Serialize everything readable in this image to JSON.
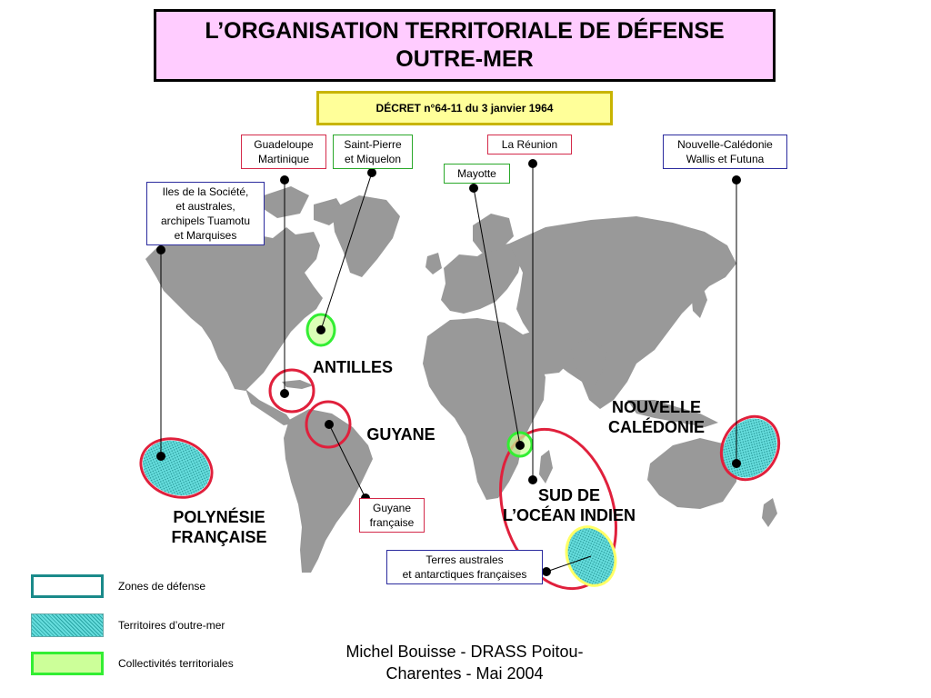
{
  "title": {
    "line1": "L’ORGANISATION TERRITORIALE DE DÉFENSE",
    "line2": "OUTRE-MER"
  },
  "decret": "DÉCRET n°64-11 du 3 janvier 1964",
  "labels": {
    "guadeloupe": [
      "Guadeloupe",
      "Martinique"
    ],
    "saint_pierre": [
      "Saint-Pierre",
      "et Miquelon"
    ],
    "la_reunion": [
      "La Réunion"
    ],
    "mayotte": [
      "Mayotte"
    ],
    "nouvelle_caledonie_box": [
      "Nouvelle-Calédonie",
      "Wallis et Futuna"
    ],
    "iles_societe": [
      "Iles de la Société,",
      "et australes,",
      "archipels Tuamotu",
      "et Marquises"
    ],
    "guyane_box": [
      "Guyane",
      "française"
    ],
    "terres_australes": [
      "Terres australes",
      "et antarctiques françaises"
    ]
  },
  "regions": {
    "antilles": "ANTILLES",
    "guyane": "GUYANE",
    "nouvelle_caledonie": [
      "NOUVELLE",
      "CALÉDONIE"
    ],
    "sud_ocean_indien": [
      "SUD DE",
      "L’OCÉAN INDIEN"
    ],
    "polynesie": [
      "POLYNÉSIE",
      "FRANÇAISE"
    ]
  },
  "legend": {
    "zones": "Zones de défense",
    "territoires": "Territoires d’outre-mer",
    "collectivites": "Collectivités territoriales"
  },
  "footer": [
    "Michel Bouisse - DRASS Poitou-",
    "Charentes - Mai 2004"
  ],
  "colors": {
    "land": "#999999",
    "zone_border": "#e0203c",
    "territoire_fill": "#66dddd",
    "collectivite_fill": "#ccff99",
    "collectivite_border": "#33ee33",
    "title_bg": "#ffccff",
    "decret_bg": "#ffff99",
    "legend_zone_border": "#1a8a8a"
  }
}
